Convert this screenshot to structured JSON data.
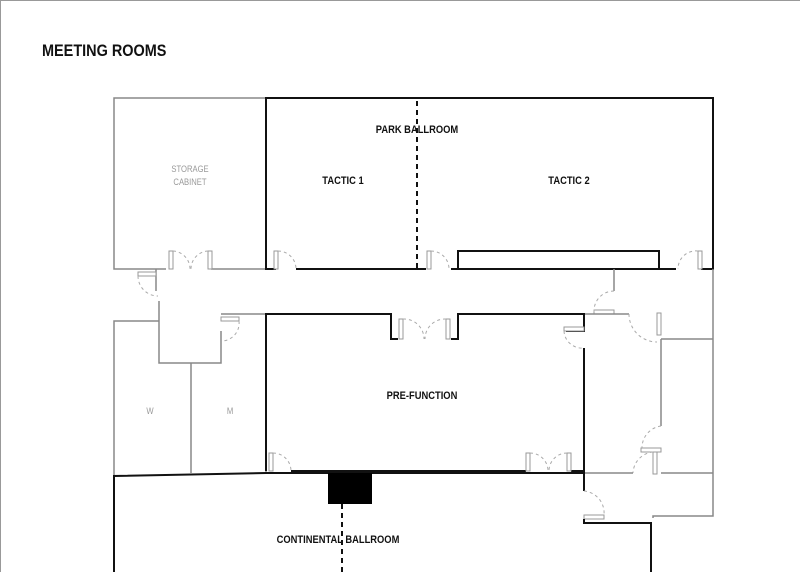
{
  "title": "MEETING ROOMS",
  "rooms": {
    "park_ballroom": "PARK BALLROOM",
    "tactic_1": "TACTIC 1",
    "tactic_2": "TACTIC 2",
    "storage_line1": "STORAGE",
    "storage_line2": "CABINET",
    "pre_function": "PRE-FUNCTION",
    "restroom_w": "W",
    "restroom_m": "M",
    "continental_ballroom": "CONTINENTAL BALLROOM"
  }
}
